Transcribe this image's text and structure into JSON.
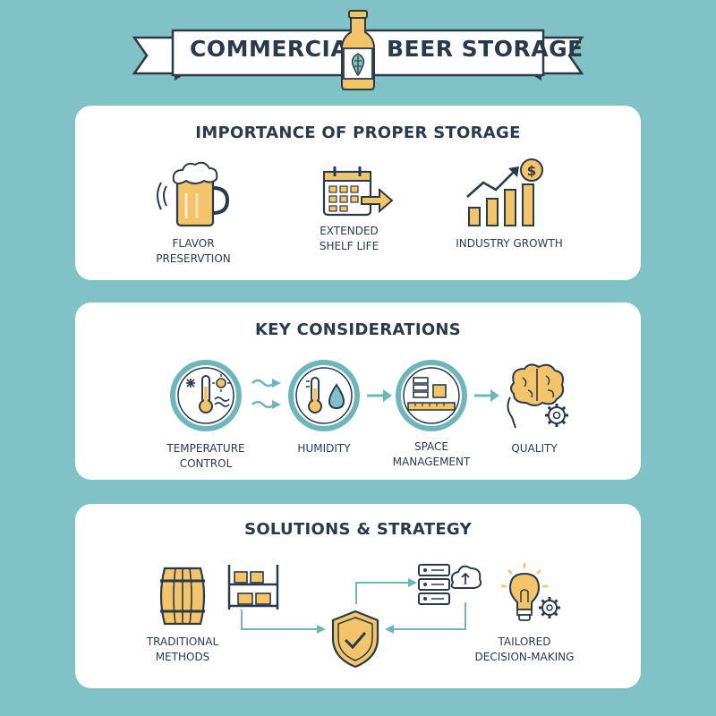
{
  "banner": {
    "title_left": "COMMERCIAL",
    "title_right": "BEER STORAGE",
    "logo_icon": "beer-bottle-icon"
  },
  "colors": {
    "background": "#80c2c6",
    "accent": "#f4c46a",
    "outline": "#2b3a4a",
    "teal": "#6fb6ba"
  },
  "importance": {
    "title": "IMPORTANCE OF PROPER STORAGE",
    "items": [
      {
        "icon": "beer-mug-icon",
        "line1": "FLAVOR",
        "line2": "PRESERVTION"
      },
      {
        "icon": "calendar-arrow-icon",
        "line1": "EXTENDED",
        "line2": "SHELF LIFE"
      },
      {
        "icon": "growth-chart-icon",
        "line1": "INDUSTRY GROWTH",
        "line2": ""
      }
    ]
  },
  "considerations": {
    "title": "KEY CONSIDERATIONS",
    "items": [
      {
        "icon": "thermometer-weather-icon",
        "line1": "TEMPERATURE",
        "line2": "CONTROL"
      },
      {
        "icon": "thermometer-droplet-icon",
        "line1": "HUMIDITY",
        "line2": ""
      },
      {
        "icon": "shelves-boxes-icon",
        "line1": "SPACE",
        "line2": "MANAGEMENT"
      },
      {
        "icon": "brain-gear-icon",
        "line1": "QUALITY",
        "line2": ""
      }
    ]
  },
  "solutions": {
    "title": "SOLUTIONS & STRATEGY",
    "items": [
      {
        "icon": "barrel-icon",
        "line1": "TRADITIONAL",
        "line2": "METHODS"
      },
      {
        "icon": "storage-rack-icon",
        "line1": "",
        "line2": ""
      },
      {
        "icon": "shield-check-icon",
        "line1": "",
        "line2": ""
      },
      {
        "icon": "server-cloud-icon",
        "line1": "",
        "line2": ""
      },
      {
        "icon": "lightbulb-gear-icon",
        "line1": "TAILORED",
        "line2": "DECISION-MAKING"
      }
    ]
  }
}
